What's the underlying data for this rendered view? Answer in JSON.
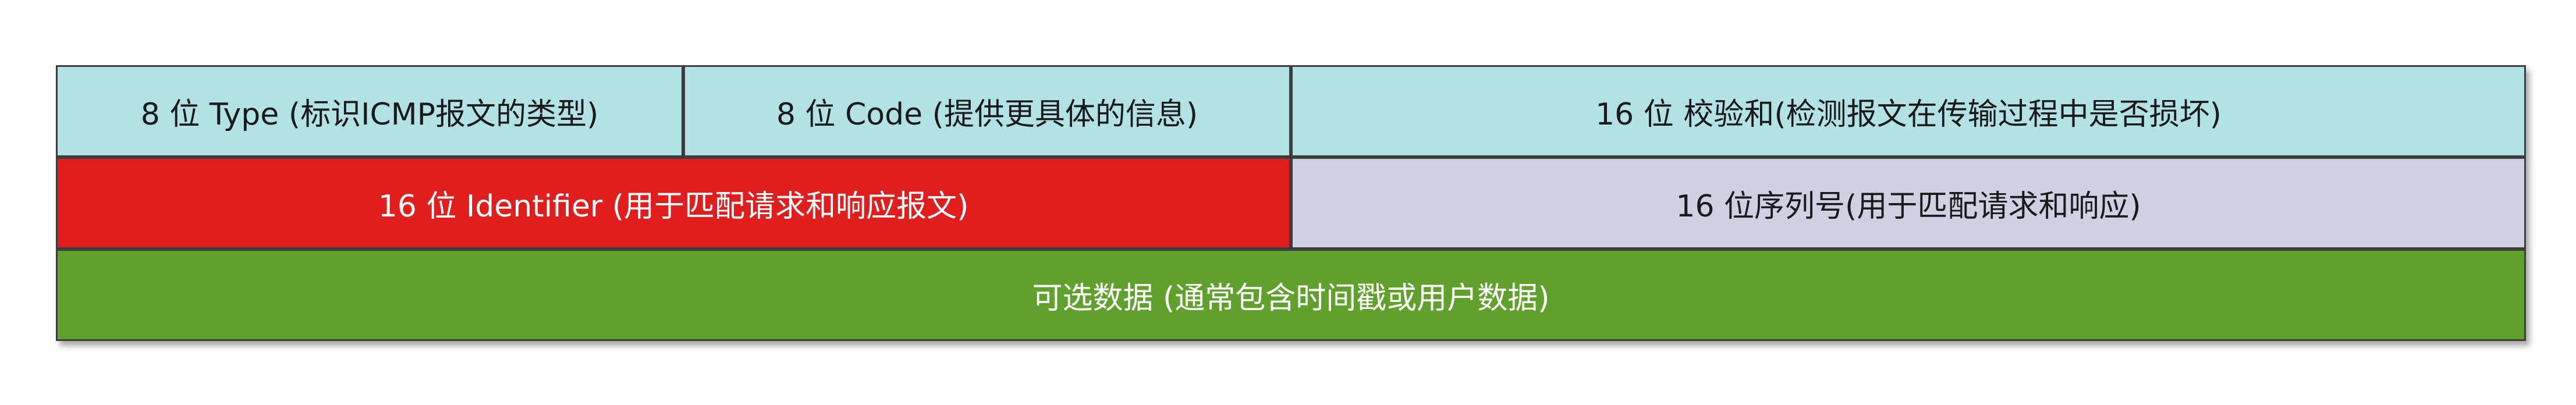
{
  "diagram": {
    "rows": [
      {
        "cells": [
          {
            "label": "8 位 Type (标识ICMP报文的类型)",
            "color": "#b2e2e3",
            "text_color": "#1a1a1a"
          },
          {
            "label": "8 位 Code (提供更具体的信息)",
            "color": "#b2e2e3",
            "text_color": "#1a1a1a"
          },
          {
            "label": "16 位 校验和(检测报文在传输过程中是否损坏)",
            "color": "#b2e2e3",
            "text_color": "#1a1a1a"
          }
        ]
      },
      {
        "cells": [
          {
            "label": "16 位 Identifier (用于匹配请求和响应报文)",
            "color": "#e01e1e",
            "text_color": "#ffffff"
          },
          {
            "label": "16 位序列号(用于匹配请求和响应)",
            "color": "#d0d0e3",
            "text_color": "#1a1a1a"
          }
        ]
      },
      {
        "cells": [
          {
            "label": "可选数据 (通常包含时间戳或用户数据)",
            "color": "#60a02d",
            "text_color": "#ffffff"
          }
        ]
      }
    ]
  }
}
